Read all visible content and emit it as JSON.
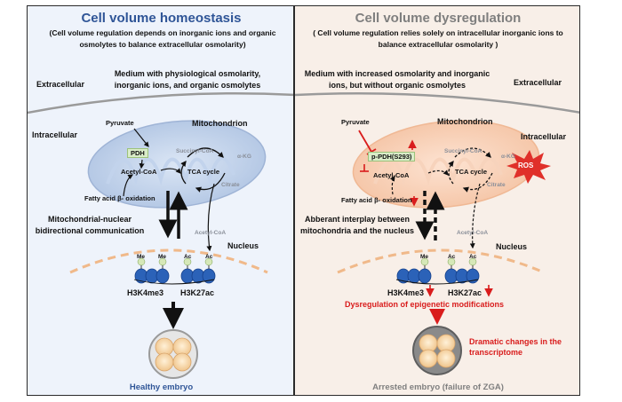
{
  "left": {
    "title": "Cell volume homeostasis",
    "subtitle": "(Cell volume regulation depends on inorganic ions and organic osmolytes to balance extracellular osmolarity)",
    "extracellular": "Extracellular",
    "medium": "Medium with physiological osmolarity, inorganic ions, and organic osmolytes",
    "intracellular": "Intracellular",
    "mitochondrion": "Mitochondrion",
    "pyruvate": "Pyruvate",
    "pdh": "PDH",
    "acetyl_coa": "Acetyl-CoA",
    "succinyl_coa": "Succinyl-CoA",
    "akg": "α-KG",
    "tca": "TCA cycle",
    "citrate": "Citrate",
    "fatty_acid": "Fatty acid β- oxidation",
    "communication": "Mitochondrial-nuclear bidirectional communication",
    "acetyl_coa_nuc": "Acetyl-CoA",
    "nucleus": "Nucleus",
    "me": "Me",
    "ac": "Ac",
    "h3k4me3": "H3K4me3",
    "h3k27ac": "H3K27ac",
    "embryo": "Healthy embryo"
  },
  "right": {
    "title": "Cell volume dysregulation",
    "subtitle": "( Cell volume regulation relies solely on intracellular inorganic ions to balance extracellular osmolarity )",
    "medium": "Medium with increased osmolarity and inorganic ions, but without organic osmolytes",
    "extracellular": "Extracellular",
    "pyruvate": "Pyruvate",
    "mitochondrion": "Mitochondrion",
    "intracellular": "Intracellular",
    "pdh": "p-PDH(S293)",
    "acetyl_coa": "Acetyl-CoA",
    "succinyl_coa": "Succinyl-CoA",
    "akg": "α-KG",
    "tca": "TCA cycle",
    "citrate": "Citrate",
    "ros": "ROS",
    "fatty_acid": "Fatty acid β- oxidation",
    "interplay": "Abberant interplay between mitochondria and the nucleus",
    "acetyl_coa_nuc": "Acetyl-CoA",
    "nucleus": "Nucleus",
    "me": "Me",
    "ac": "Ac",
    "h3k4me3": "H3K4me3",
    "h3k27ac": "H3K27ac",
    "dysregulation": "Dysregulation of epigenetic modifications",
    "transcriptome": "Dramatic changes in the transcriptome",
    "embryo": "Arrested embryo (failure of ZGA)"
  },
  "colors": {
    "left_title": "#2f5597",
    "right_title": "#7f7f7f",
    "red": "#d91c1c",
    "ros": "#e0302a",
    "pdh_box": "#d9ecc8"
  }
}
